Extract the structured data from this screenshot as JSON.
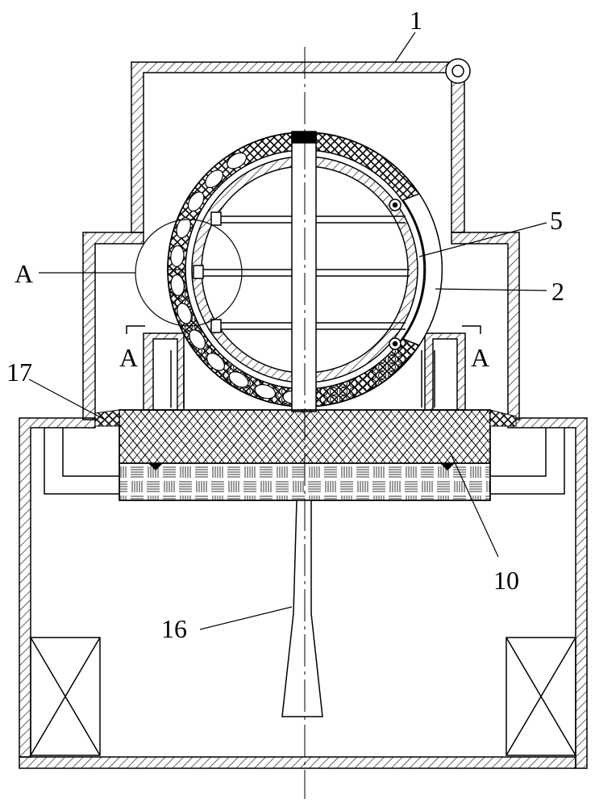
{
  "labels": {
    "part_1": "1",
    "part_2": "2",
    "part_5": "5",
    "part_10": "10",
    "part_16": "16",
    "part_17": "17",
    "detail_a": "A",
    "section_a_left": "A",
    "section_a_right": "A"
  },
  "colors": {
    "line": "#000000",
    "background": "#ffffff"
  },
  "icons": {
    "hinge": "hinge-icon",
    "motor_box": "crossed-box-icon"
  }
}
